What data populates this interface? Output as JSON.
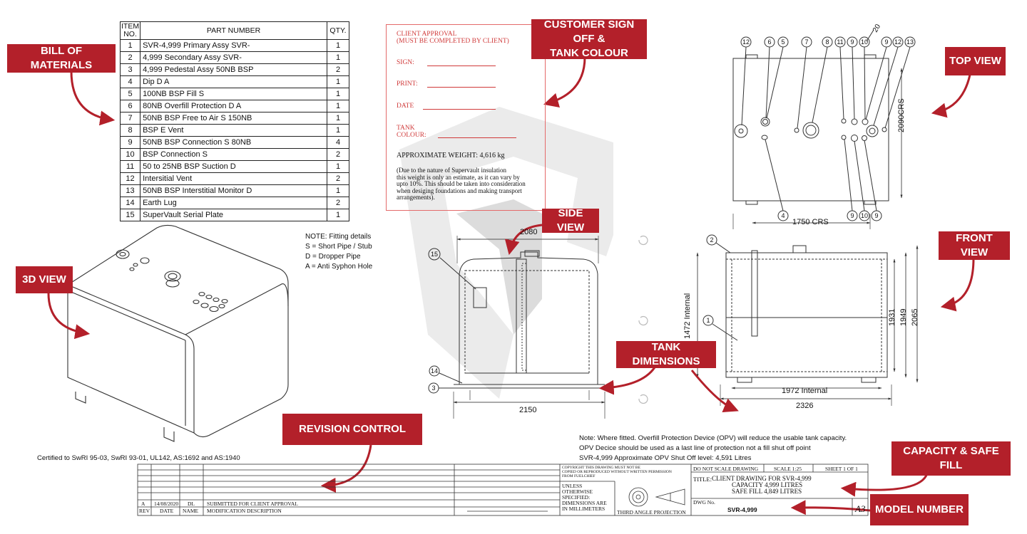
{
  "callouts": {
    "bom": "BILL OF MATERIALS",
    "signoff_line1": "CUSTOMER SIGN OFF &",
    "signoff_line2": "TANK COLOUR",
    "top_view": "TOP VIEW",
    "side_view": "SIDE VIEW",
    "front_view": "FRONT VIEW",
    "view_3d": "3D VIEW",
    "tank_dimensions": "TANK DIMENSIONS",
    "revision_control": "REVISION CONTROL",
    "capacity_safe_fill": "CAPACITY & SAFE FILL",
    "model_number": "MODEL NUMBER"
  },
  "bom": {
    "headers": {
      "item_line1": "ITEM",
      "item_line2": "NO.",
      "part": "PART NUMBER",
      "qty": "QTY."
    },
    "rows": [
      {
        "no": "1",
        "part": "SVR-4,999  Primary  Assy  SVR-",
        "qty": "1"
      },
      {
        "no": "2",
        "part": "4,999  Secondary  Assy  SVR-",
        "qty": "1"
      },
      {
        "no": "3",
        "part": "4,999  Pedestal  Assy  50NB  BSP",
        "qty": "2"
      },
      {
        "no": "4",
        "part": "Dip D A",
        "qty": "1"
      },
      {
        "no": "5",
        "part": "100NB BSP Fill S",
        "qty": "1"
      },
      {
        "no": "6",
        "part": "80NB  Overfill  Protection  D  A",
        "qty": "1"
      },
      {
        "no": "7",
        "part": "50NB  BSP  Free  to  Air  S  150NB",
        "qty": "1"
      },
      {
        "no": "8",
        "part": "BSP E Vent",
        "qty": "1"
      },
      {
        "no": "9",
        "part": "50NB  BSP  Connection  S  80NB",
        "qty": "4"
      },
      {
        "no": "10",
        "part": "BSP Connection S",
        "qty": "2"
      },
      {
        "no": "11",
        "part": "50  to  25NB  BSP  Suction  D",
        "qty": "1"
      },
      {
        "no": "12",
        "part": "Intersitial Vent",
        "qty": "2"
      },
      {
        "no": "13",
        "part": "50NB BSP Interstitial Monitor D",
        "qty": "1"
      },
      {
        "no": "14",
        "part": "Earth Lug",
        "qty": "2"
      },
      {
        "no": "15",
        "part": "SuperVault Serial Plate",
        "qty": "1"
      }
    ]
  },
  "approval": {
    "title1": "CLIENT APPROVAL",
    "title2": "(MUST BE COMPLETED BY CLIENT)",
    "sign": "SIGN:",
    "print": "PRINT:",
    "date": "DATE",
    "tank_colour1": "TANK",
    "tank_colour2": "COLOUR:",
    "weight": "APPROXIMATE WEIGHT: 4,616 kg",
    "disclaimer1": "(Due to the nature of Supervault insulation",
    "disclaimer2": "this weight is only an estimate, as it can vary by",
    "disclaimer3": "upto 10%. This should be taken into consideration",
    "disclaimer4": "when desiging foundations and making transport",
    "disclaimer5": "arrangements)."
  },
  "fitting_note": {
    "line1": "NOTE: Fitting details",
    "line2": "S = Short Pipe / Stub",
    "line3": "D = Dropper Pipe",
    "line4": "A = Anti Syphon Hole"
  },
  "dimensions": {
    "top_width": "1750 CRS",
    "top_depth": "2090CRS",
    "top_label_20": "20",
    "side_top": "2080",
    "side_bottom": "2150",
    "side_internal": "1472 Internal",
    "front_internal": "1972 Internal",
    "front_overall": "2326",
    "front_h1": "1931",
    "front_h2": "1949",
    "front_h3": "2065"
  },
  "balloons": {
    "top_row": [
      "12",
      "6",
      "5",
      "7",
      "8",
      "11",
      "9",
      "10",
      "9",
      "12",
      "13"
    ],
    "top_bottom": [
      "4",
      "9",
      "10",
      "9"
    ],
    "side": [
      "15",
      "14",
      "3"
    ],
    "front": [
      "2",
      "1"
    ]
  },
  "certification": "Certified to SwRI 95-03, SwRI 93-01, UL142, AS:1692 and AS:1940",
  "opv_note": {
    "line1": "Note: Where fitted. Overfill Protection Device (OPV) will reduce the usable tank capacity.",
    "line2": "OPV Decice should be used as a last line of protection not a fill shut off point",
    "line3": "SVR-4,999 Approximate OPV Shut Off level: 4,591 Litres"
  },
  "title_block": {
    "rev_row": {
      "rev": "A",
      "date": "14/08/2020",
      "name": "DL",
      "desc": "SUBMITTED FOR CLIENT APPROVAL"
    },
    "rev_headers": {
      "rev": "REV",
      "date": "DATE",
      "name": "NAME",
      "desc": "MODIFICATION DESCRIPTION"
    },
    "copyright1": "COPYRIGHT THIS DRAWING MUST NOT BE",
    "copyright2": "COPIED OR REPRODUCED WITHOUT WRITTEN PERMISSION",
    "copyright3": "FROM FUELCHIEF",
    "units1": "UNLESS",
    "units2": "OTHERWISE",
    "units3": "SPECIFIED:",
    "units4": "DIMENSIONS ARE",
    "units5": "IN MILLIMETERS",
    "projection": "THIRD ANGLE PROJECTION",
    "do_not_scale": "DO NOT SCALE DRAWING",
    "scale": "SCALE 1:25",
    "sheet": "SHEET 1 OF 1",
    "title_label": "TITLE:",
    "title1": "CLIENT DRAWING FOR SVR-4,999",
    "title2": "CAPACITY 4,999 LITRES",
    "title3": "SAFE FILL 4,849 LITRES",
    "dwg_label": "DWG No.",
    "dwg_no": "SVR-4,999",
    "size": "A3"
  },
  "colors": {
    "callout": "#b3202a",
    "approval_red": "#d03a3a",
    "watermark": "#e9e9e9"
  }
}
